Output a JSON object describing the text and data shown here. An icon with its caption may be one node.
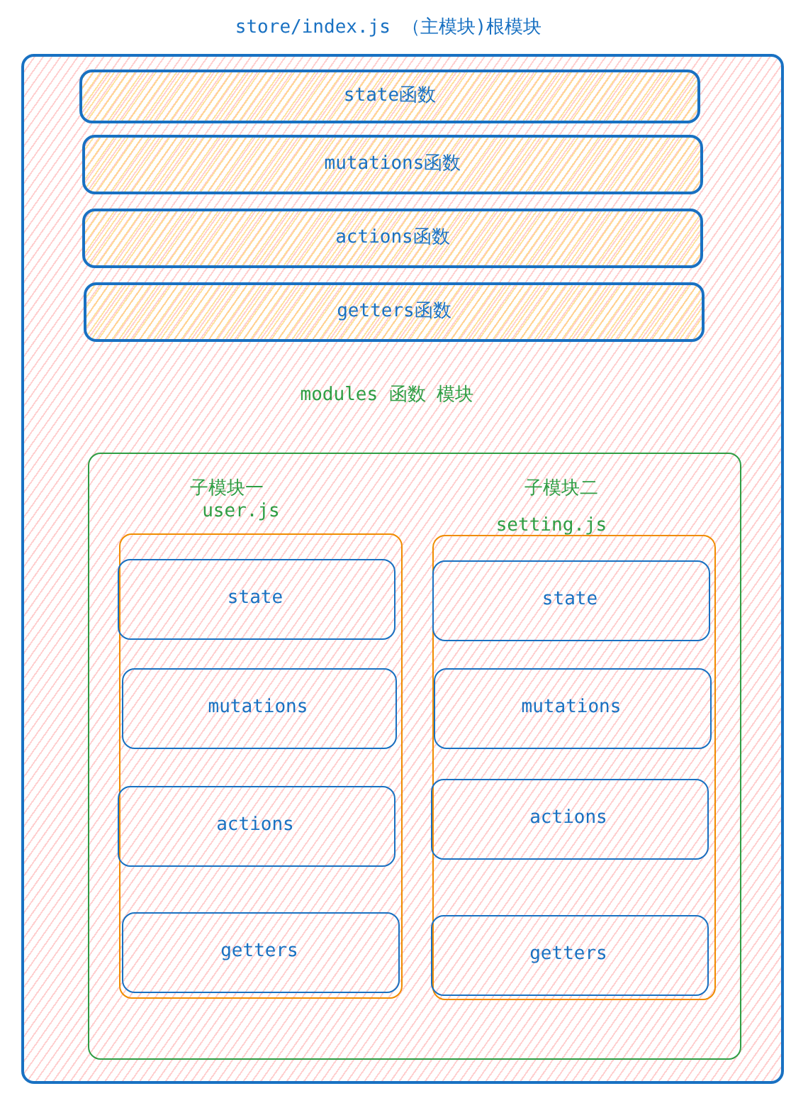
{
  "diagram": {
    "nodes": [
      {
        "text": [
          "store/index.js （主模块)根模块"
        ]
      },
      {
        "text": [
          "state函数"
        ],
        "in": 0
      },
      {
        "text": [
          "mutations函数"
        ],
        "in": 0
      },
      {
        "text": [
          "actions函数"
        ],
        "in": 0
      },
      {
        "text": [
          "getters函数"
        ],
        "in": 0
      },
      {
        "text": [
          "modules 函数 模块"
        ],
        "in": 0
      },
      {
        "text": [
          "子模块一",
          "user.js"
        ],
        "in": 5
      },
      {
        "text": [
          "state"
        ],
        "in": 6
      },
      {
        "text": [
          "mutations"
        ],
        "in": 6
      },
      {
        "text": [
          "actions"
        ],
        "in": 6
      },
      {
        "text": [
          "getters"
        ],
        "in": 6
      },
      {
        "text": [
          "子模块二",
          "setting.js"
        ],
        "in": 5
      },
      {
        "text": [
          "state"
        ],
        "in": 11
      },
      {
        "text": [
          "mutations"
        ],
        "in": 11
      },
      {
        "text": [
          "actions"
        ],
        "in": 11
      },
      {
        "text": [
          "getters"
        ],
        "in": 11
      }
    ]
  }
}
